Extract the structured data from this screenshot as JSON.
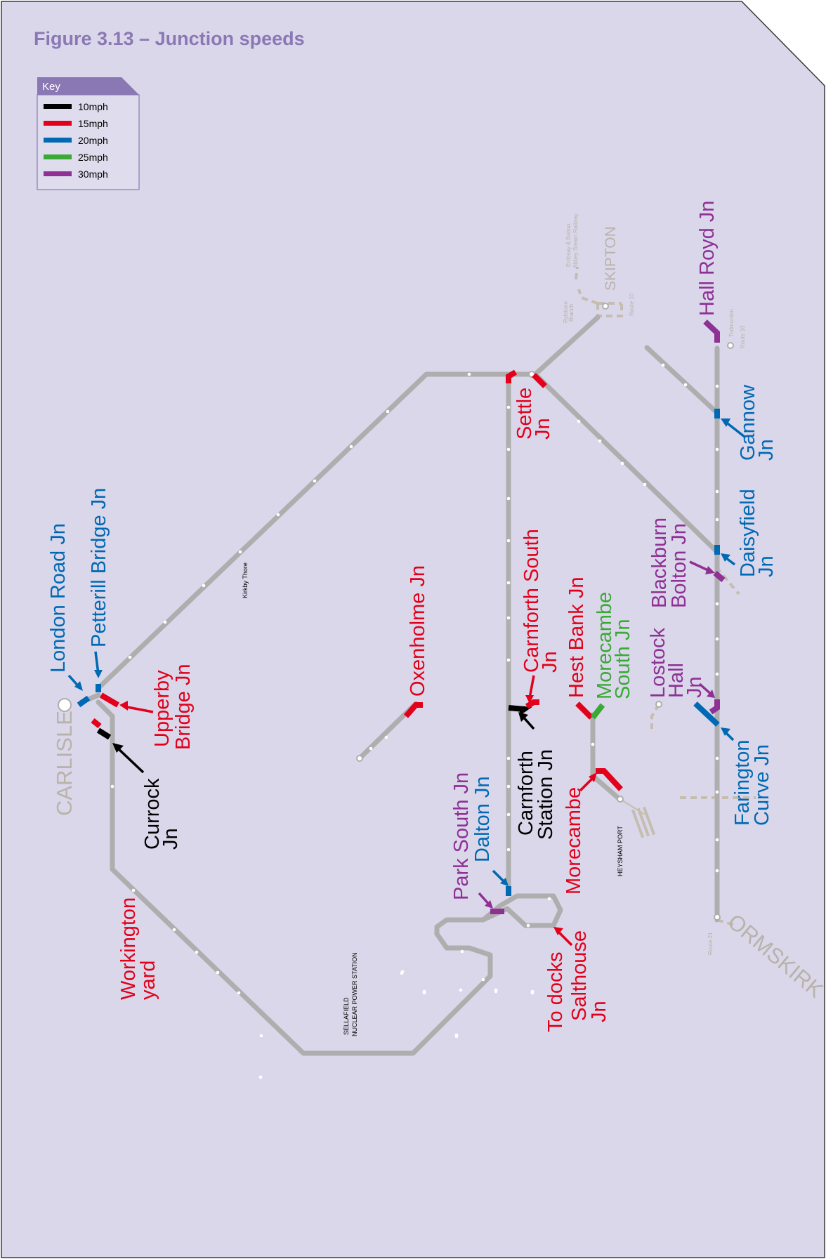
{
  "title": "Figure 3.13 – Junction speeds",
  "colors": {
    "background": "#dad7ea",
    "title": "#8a78b5",
    "track": "#aeaeae",
    "faded": "#c4bdb0",
    "10mph": "#000000",
    "15mph": "#e2001a",
    "20mph": "#0069b4",
    "25mph": "#3aa935",
    "30mph": "#8e3094"
  },
  "key": {
    "heading": "Key",
    "items": [
      {
        "label": "10mph",
        "color": "#000000"
      },
      {
        "label": "15mph",
        "color": "#e2001a"
      },
      {
        "label": "20mph",
        "color": "#0069b4"
      },
      {
        "label": "25mph",
        "color": "#3aa935"
      },
      {
        "label": "30mph",
        "color": "#8e3094"
      }
    ]
  },
  "places": {
    "carlisle": "CARLISLE",
    "skipton": "SKIPTON",
    "ormskirk": "ORMSKIRK",
    "heysham_port": "HEYSHAM PORT",
    "sellafield_1": "SELLAFIELD",
    "sellafield_2": "NUCLEAR POWER STATION",
    "kirkby_thore": "Kirkby Thore",
    "route10_skipton": "Route 10",
    "route10_tod": "Route 10",
    "route21": "Route 21",
    "todmorden": "Todmorden",
    "embsay_1": "Embsay & Bolton",
    "embsay_2": "Abbey Steam Railway",
    "rylstone_1": "Rylstone",
    "rylstone_2": "Branch"
  },
  "junctions": {
    "london_road": "London Road Jn",
    "petterill": "Petterill Bridge Jn",
    "upperby_1": "Upperby",
    "upperby_2": "Bridge Jn",
    "currock_1": "Currock",
    "currock_2": "Jn",
    "workington_1": "Workington",
    "workington_2": "yard",
    "oxenholme": "Oxenholme Jn",
    "settle_1": "Settle",
    "settle_2": "Jn",
    "carnforth_south_1": "Carnforth South",
    "carnforth_south_2": "Jn",
    "carnforth_station_1": "Carnforth",
    "carnforth_station_2": "Station Jn",
    "park_south": "Park South Jn",
    "dalton": "Dalton Jn",
    "to_docks": "To docks",
    "salthouse_1": "Salthouse",
    "salthouse_2": "Jn",
    "hest_bank": "Hest Bank Jn",
    "morecambe_south_1": "Morecambe",
    "morecambe_south_2": "South Jn",
    "morecambe": "Morecambe",
    "lostock_1": "Lostock",
    "lostock_2": "Hall",
    "lostock_3": "Jn",
    "blackburn_1": "Blackburn",
    "blackburn_2": "Bolton Jn",
    "daisyfield_1": "Daisyfield",
    "daisyfield_2": "Jn",
    "gannow_1": "Gannow",
    "gannow_2": "Jn",
    "farington_1": "Farington",
    "farington_2": "Curve Jn",
    "hall_royd": "Hall Royd Jn"
  }
}
